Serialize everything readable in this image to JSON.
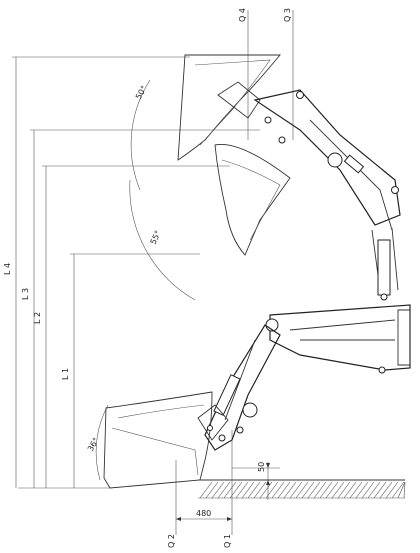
{
  "labels": {
    "q1": "Q 1",
    "q2": "Q 2",
    "q3": "Q 3",
    "q4": "Q 4",
    "l1": "L 1",
    "l2": "L 2",
    "l3": "L 3",
    "l4": "L 4",
    "dim_480": "480",
    "dim_50": "50",
    "angle_55": "55°",
    "angle_50": "50°",
    "angle_36": "36°"
  }
}
